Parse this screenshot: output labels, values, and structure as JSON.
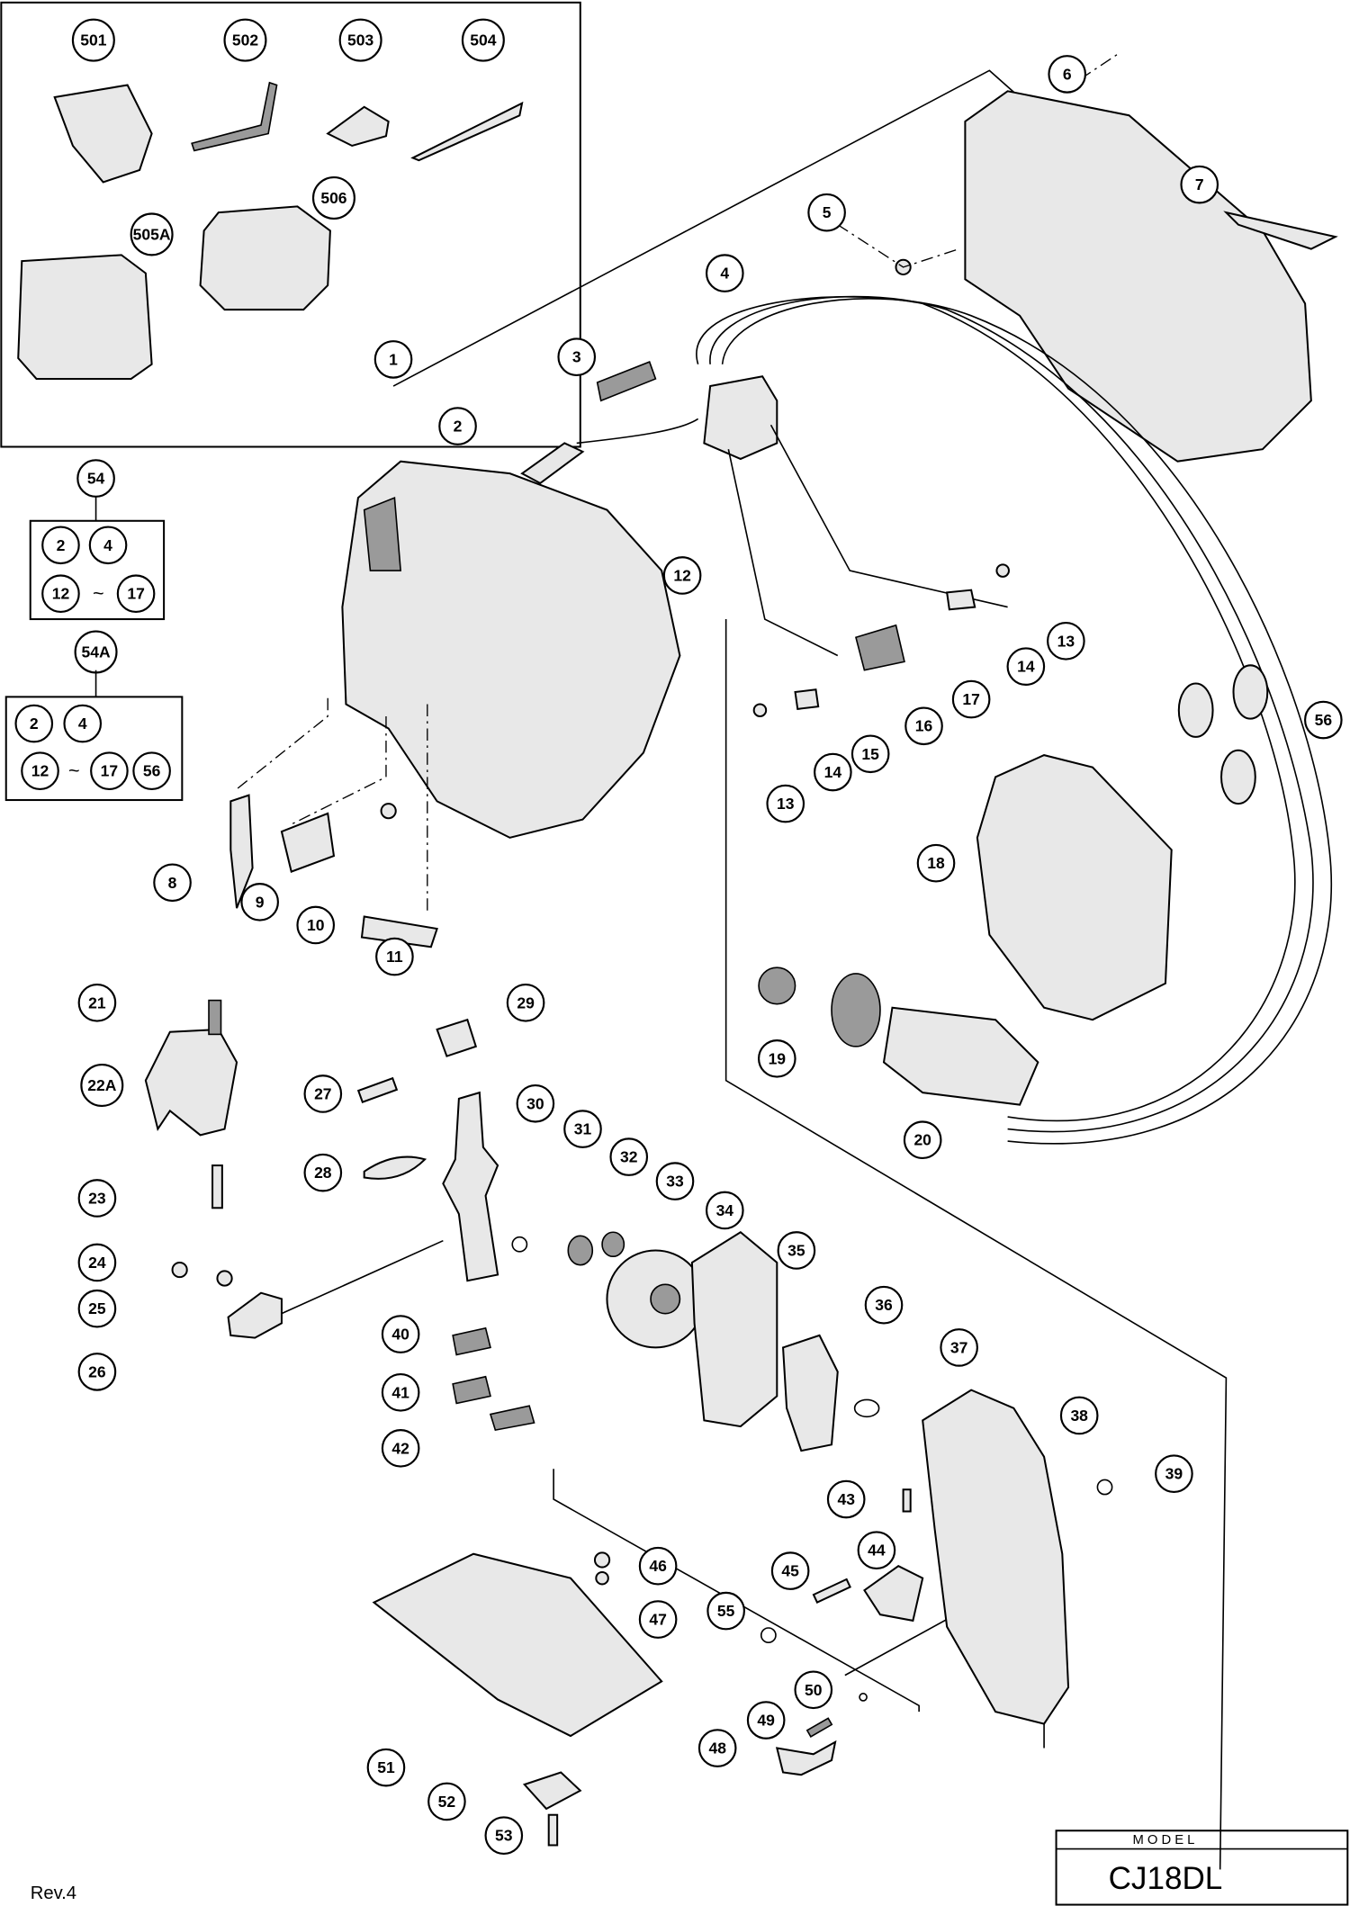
{
  "diagram": {
    "callouts": [
      "501",
      "502",
      "503",
      "504",
      "506",
      "505A",
      "6",
      "5",
      "7",
      "4",
      "3",
      "1",
      "2",
      "12",
      "13",
      "14",
      "17",
      "16",
      "15",
      "14",
      "13",
      "56",
      "18",
      "54",
      "54A",
      "8",
      "9",
      "10",
      "11",
      "21",
      "29",
      "22A",
      "27",
      "30",
      "31",
      "19",
      "20",
      "28",
      "32",
      "33",
      "34",
      "23",
      "24",
      "35",
      "25",
      "40",
      "36",
      "26",
      "37",
      "41",
      "38",
      "42",
      "39",
      "43",
      "44",
      "46",
      "45",
      "47",
      "55",
      "50",
      "49",
      "51",
      "48",
      "52",
      "53"
    ],
    "set_54": {
      "label": "54",
      "items": [
        "2",
        "4",
        "12",
        "17"
      ],
      "range_symbol": "~"
    },
    "set_54A": {
      "label": "54A",
      "items": [
        "2",
        "4",
        "12",
        "17",
        "56"
      ],
      "range_symbol": "~"
    }
  },
  "model_box": {
    "heading": "MODEL",
    "model": "CJ18DL"
  },
  "revision": "Rev.4"
}
